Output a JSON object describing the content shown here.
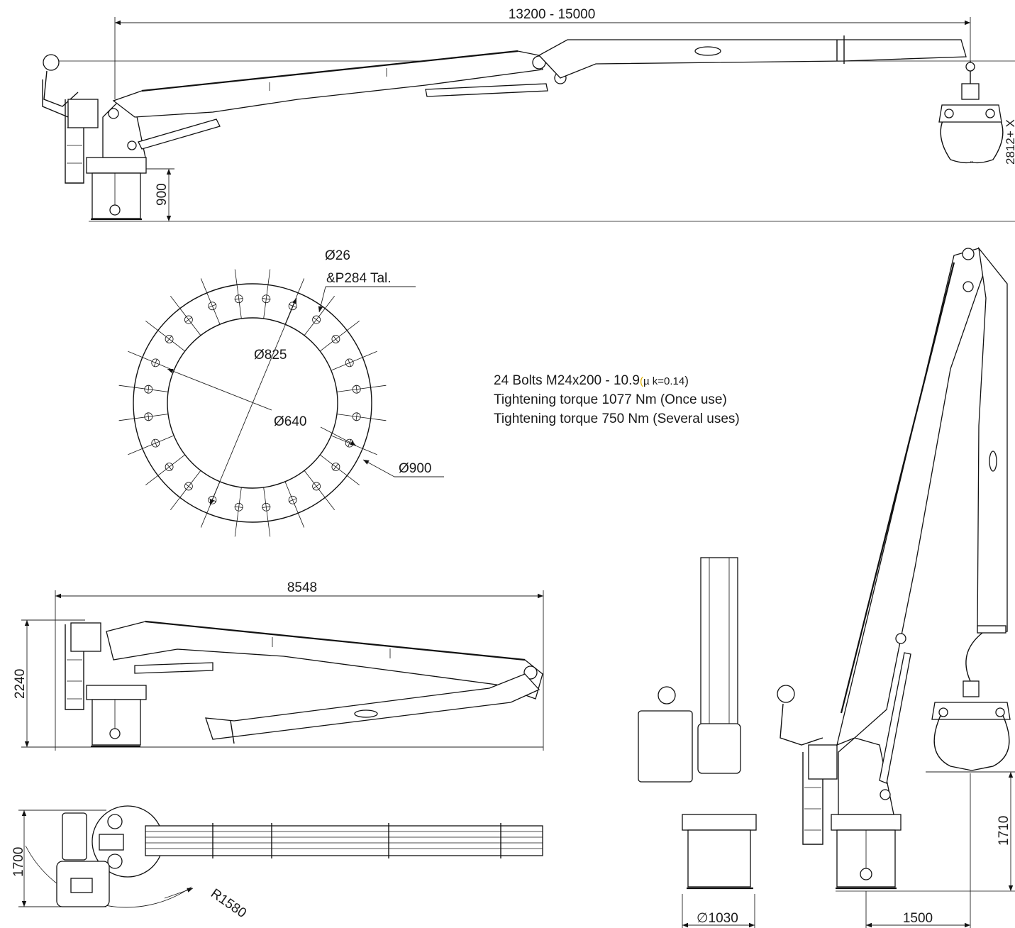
{
  "dimensions": {
    "reach": "13200 - 15000",
    "pedestal_height": "900",
    "clearance": "2812+ X",
    "transport_length": "8548",
    "transport_height": "2240",
    "swing_width": "1700",
    "swing_radius": "R1580",
    "base_diameter": "∅1030",
    "slew_offset": "1500",
    "grapple_height": "1710"
  },
  "flange": {
    "hole_dia": "Ø26",
    "hole_note": "&P284 Tal.",
    "pitch_dia": "Ø825",
    "inner_dia": "Ø640",
    "outer_dia": "Ø900",
    "bolt_count": 24
  },
  "notes": {
    "bolts_main": "24 Bolts M24x200 - 10.9",
    "bolts_paren_open": "(",
    "bolts_mu": "µ  k=0.14",
    "bolts_paren_close": ")",
    "torque_once": "Tightening torque  1077 Nm (Once use)",
    "torque_several": "Tightening torque 750 Nm (Several uses)"
  }
}
